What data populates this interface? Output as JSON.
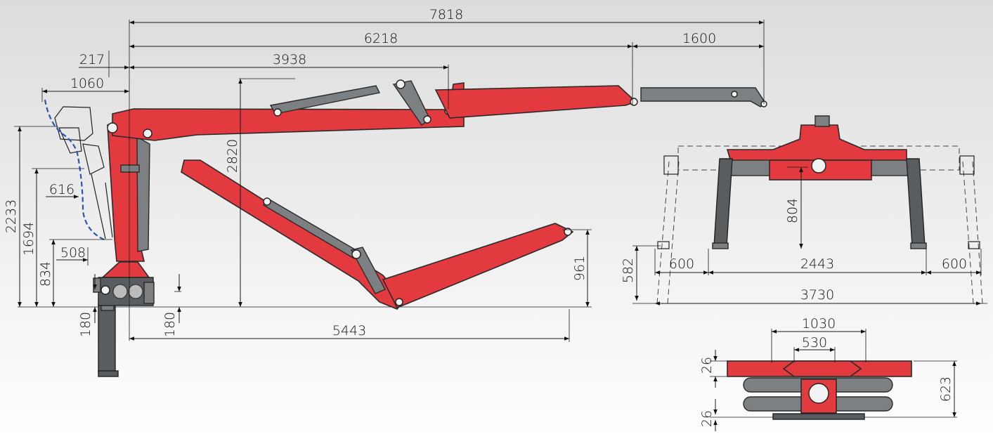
{
  "colors": {
    "machine_red": "#e23a3f",
    "cylinder_grey": "#7d8082",
    "seat_outline_blue": "#2a55b8"
  },
  "side_view": {
    "dims": {
      "overall_reach": "7818",
      "boom_reach": "6218",
      "extension": "1600",
      "main_boom": "3938",
      "column_offset": "217",
      "seat_offset": "1060",
      "seat_step": "616",
      "base_offset": "508",
      "overall_height": "2233",
      "seat_height": "1694",
      "lower_height": "834",
      "boom_pivot_height": "2820",
      "tip_height": "961",
      "folded_length": "5443",
      "ground_clearance_left": "180",
      "ground_clearance_right": "180"
    }
  },
  "front_view": {
    "dims": {
      "leg_height": "804",
      "leg_spread": "2443",
      "left_extension": "600",
      "right_extension": "600",
      "total_width": "3730",
      "foot_height": "582"
    }
  },
  "top_view": {
    "dims": {
      "width_outer": "1030",
      "width_inner": "530",
      "thickness_top": "26",
      "thickness_bottom": "26",
      "depth": "623"
    }
  }
}
